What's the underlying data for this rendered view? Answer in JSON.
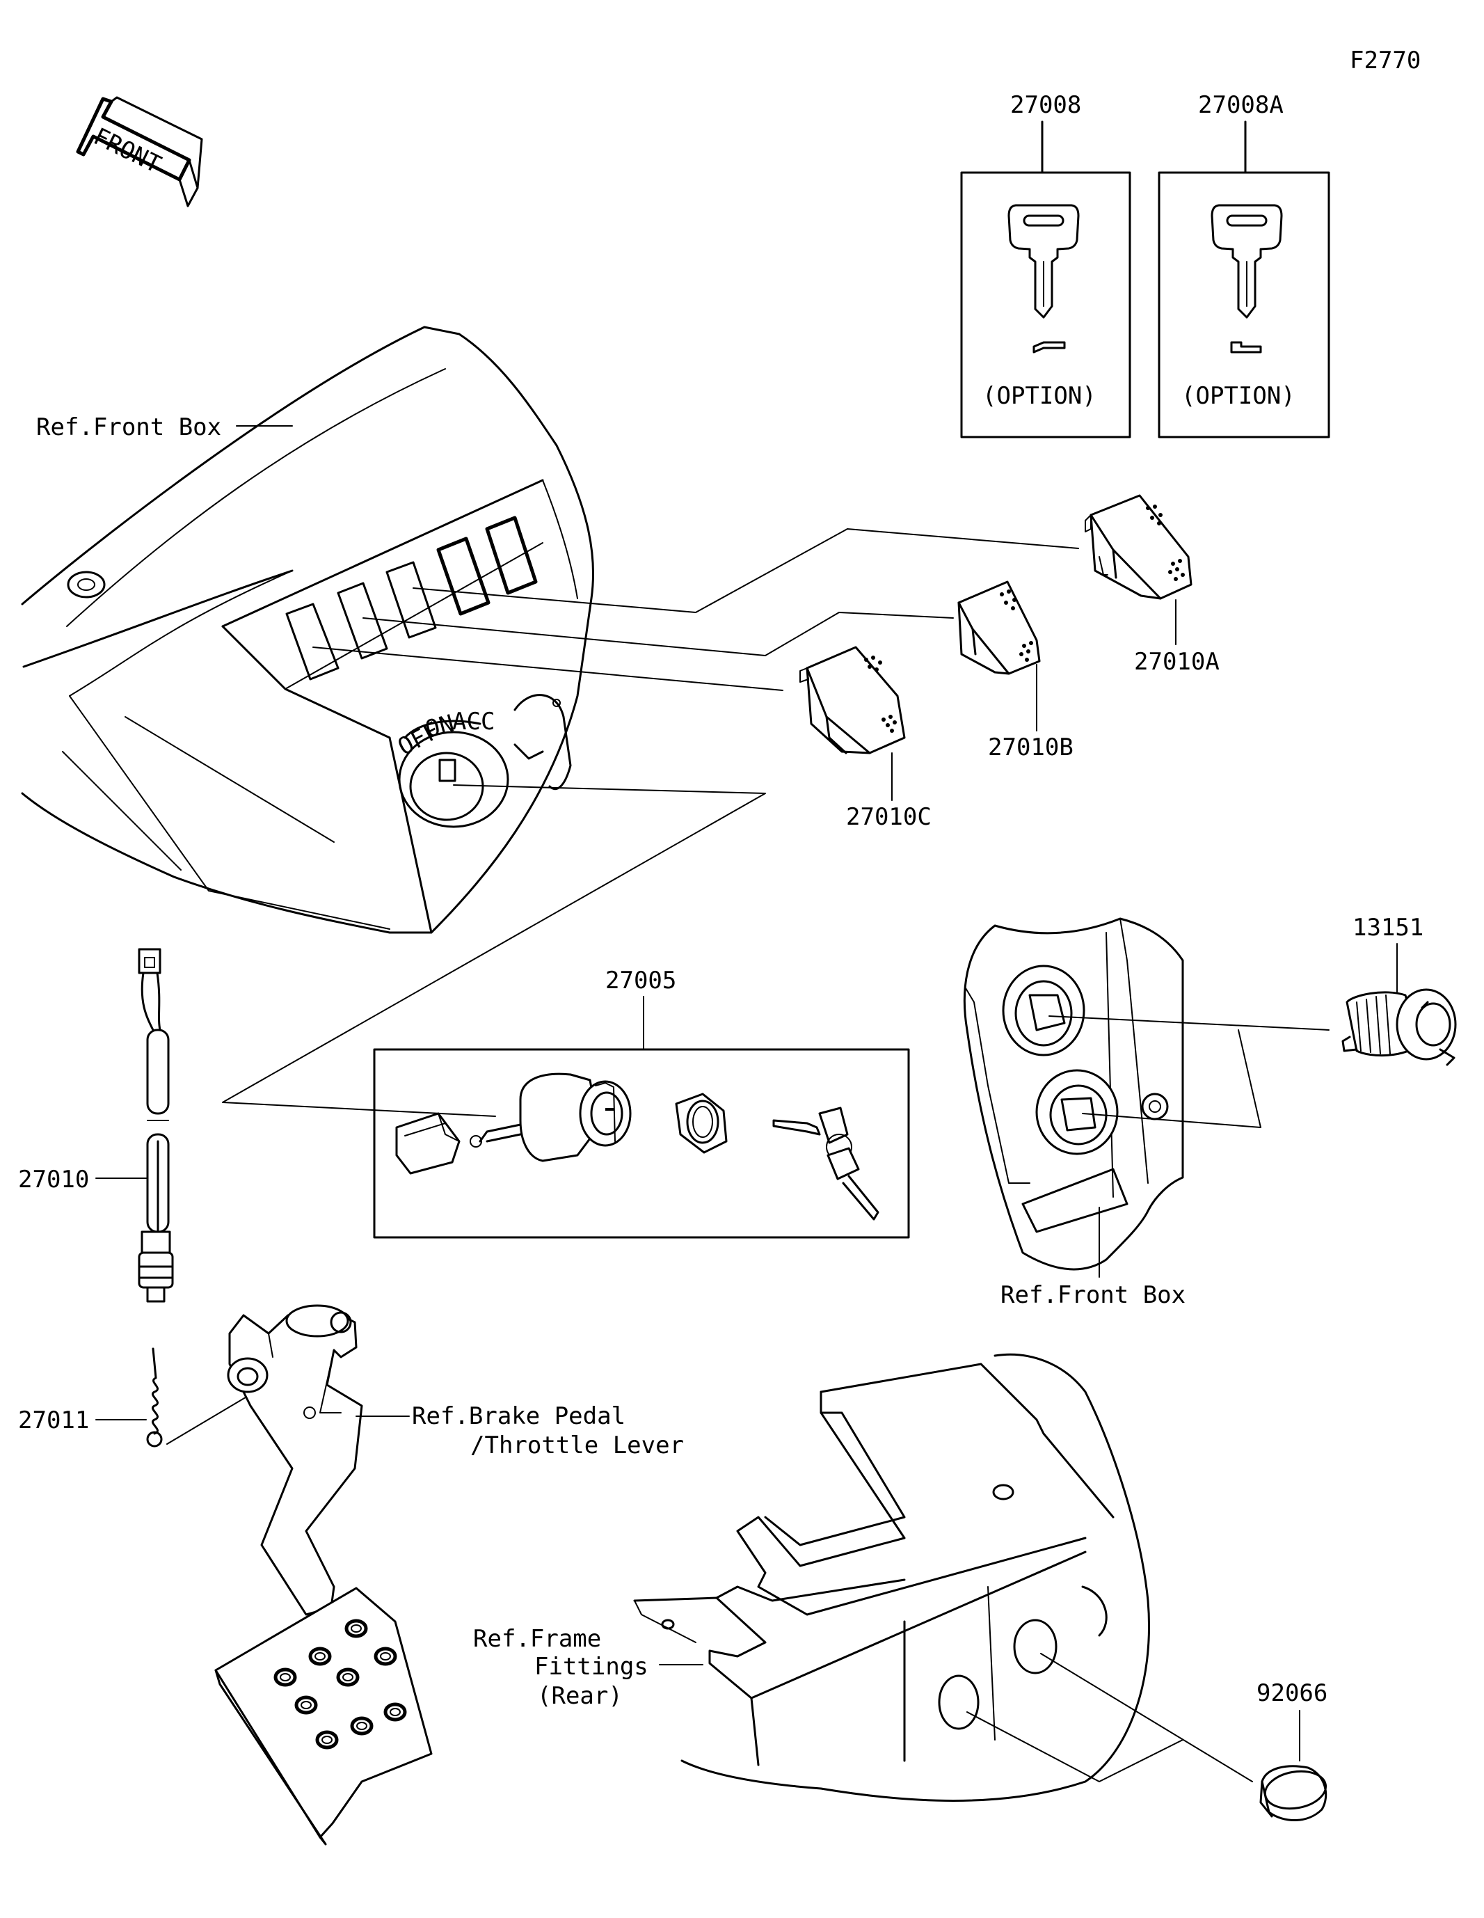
{
  "figure_code": "F2770",
  "front_label": "FRONT",
  "parts": {
    "p27008": "27008",
    "p27008a": "27008A",
    "option_left": "(OPTION)",
    "option_right": "(OPTION)",
    "p27010a": "27010A",
    "p27010b": "27010B",
    "p27010c": "27010C",
    "p27005": "27005",
    "p27010": "27010",
    "p27011": "27011",
    "p13151": "13151",
    "p92066": "92066"
  },
  "references": {
    "front_box_top": "Ref.Front Box",
    "front_box_right": "Ref.Front Box",
    "brake_pedal_line1": "Ref.Brake Pedal",
    "brake_pedal_line2": "/Throttle Lever",
    "frame_line1": "Ref.Frame",
    "frame_line2": "Fittings",
    "frame_line3": "(Rear)"
  }
}
